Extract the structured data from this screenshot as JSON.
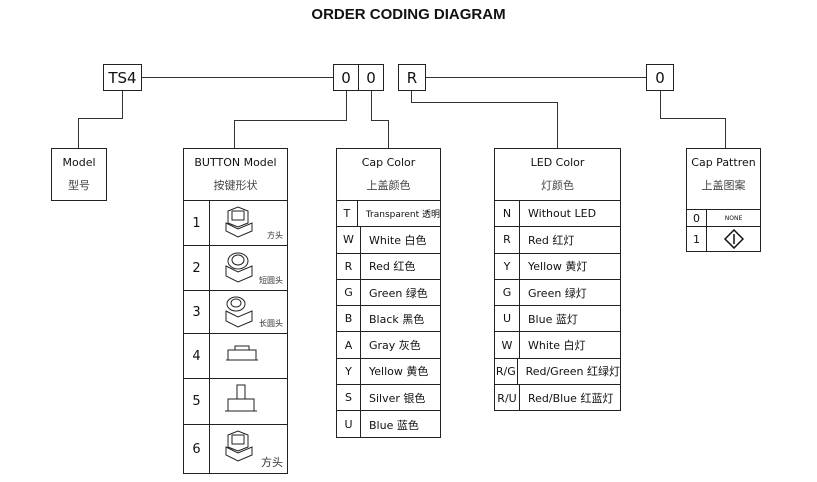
{
  "title": "ORDER CODING DIAGRAM",
  "code": {
    "series": "TS4",
    "d1": "0",
    "d2": "0",
    "d3": "R",
    "d4": "0"
  },
  "model": {
    "title": "Model",
    "zh": "型号"
  },
  "button": {
    "title": "BUTTON Model",
    "zh": "按键形状",
    "rows": [
      {
        "code": "1",
        "label": "方头",
        "icon": "square-head-button"
      },
      {
        "code": "2",
        "label": "短圆头",
        "icon": "short-round-head-button"
      },
      {
        "code": "3",
        "label": "长圆头",
        "icon": "long-round-head-button"
      },
      {
        "code": "4",
        "label": "",
        "icon": "flat-button"
      },
      {
        "code": "5",
        "label": "",
        "icon": "stem-button"
      },
      {
        "code": "6",
        "label": "方头",
        "icon": "square-head-button"
      }
    ]
  },
  "cap_color": {
    "title": "Cap Color",
    "zh": "上盖颜色",
    "rows": [
      {
        "code": "T",
        "label": "Transparent 透明"
      },
      {
        "code": "W",
        "label": "White 白色"
      },
      {
        "code": "R",
        "label": "Red  红色"
      },
      {
        "code": "G",
        "label": "Green 绿色"
      },
      {
        "code": "B",
        "label": "Black 黑色"
      },
      {
        "code": "A",
        "label": "Gray  灰色"
      },
      {
        "code": "Y",
        "label": "Yellow  黄色"
      },
      {
        "code": "S",
        "label": "Silver  银色"
      },
      {
        "code": "U",
        "label": "Blue   蓝色"
      }
    ]
  },
  "led_color": {
    "title": "LED Color",
    "zh": "灯颜色",
    "rows": [
      {
        "code": "N",
        "label": "Without LED"
      },
      {
        "code": "R",
        "label": "Red   红灯"
      },
      {
        "code": "Y",
        "label": "Yellow 黄灯"
      },
      {
        "code": "G",
        "label": "Green 绿灯"
      },
      {
        "code": "U",
        "label": "Blue  蓝灯"
      },
      {
        "code": "W",
        "label": "White  白灯"
      },
      {
        "code": "R/G",
        "label": "Red/Green  红绿灯"
      },
      {
        "code": "R/U",
        "label": "Red/Blue  红蓝灯"
      }
    ]
  },
  "cap_pattern": {
    "title": "Cap Pattren",
    "zh": "上盖图案",
    "rows": [
      {
        "code": "0",
        "label": "NONE"
      },
      {
        "code": "1",
        "icon": "diamond-pattern"
      }
    ]
  }
}
